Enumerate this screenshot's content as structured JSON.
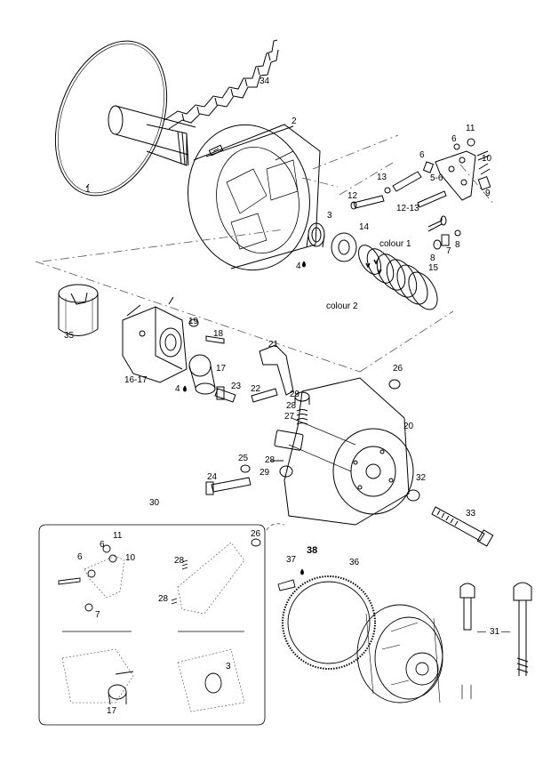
{
  "callouts": {
    "n1": "1",
    "n2": "2",
    "n3": "3",
    "n4a": "4",
    "n4b": "4",
    "n5_6": "5-6",
    "n6a": "6",
    "n6b": "6",
    "n7": "7",
    "n8a": "8",
    "n8b": "8",
    "n9": "9",
    "n10": "10",
    "n11": "11",
    "n12": "12",
    "n12_13": "12-13",
    "n13": "13",
    "n14": "14",
    "n15": "15",
    "n16_17": "16-17",
    "n17": "17",
    "n18": "18",
    "n19": "19",
    "n20": "20",
    "n21": "21",
    "n22": "22",
    "n23": "23",
    "n24": "24",
    "n25": "25",
    "n26": "26",
    "n27": "27",
    "n28a": "28",
    "n28b": "28",
    "n29a": "29",
    "n29b": "29",
    "n30": "30",
    "n31": "31",
    "n32": "32",
    "n33": "33",
    "n34": "34",
    "n35": "35",
    "colour1": "colour 1",
    "colour2": "colour 2"
  },
  "inset": {
    "i6": "6",
    "i6b": "6",
    "i11": "11",
    "i10": "10",
    "i7": "7",
    "i26": "26",
    "i28a": "28",
    "i28b": "28",
    "i3": "3",
    "i17": "17",
    "i37": "37",
    "i38": "38",
    "i36": "36"
  },
  "colors": {
    "line": "#000000",
    "dash": "#555555"
  }
}
